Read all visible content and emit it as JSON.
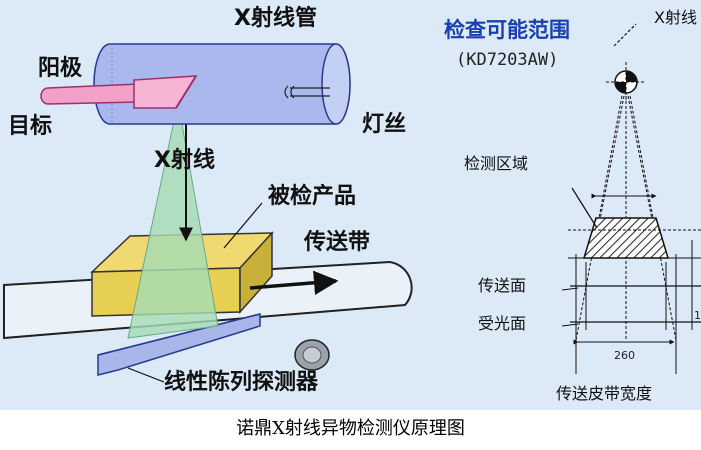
{
  "labels": {
    "anode": "阳极",
    "target": "目标",
    "xray_tube": "X射线管",
    "filament": "灯丝",
    "xray": "X射线",
    "inspected_product": "被检产品",
    "conveyor_belt": "传送带",
    "line_detector": "线性陈列探测器"
  },
  "right_panel": {
    "title": "检查可能范围",
    "model": "(KD7203AW)",
    "source_label": "X射线",
    "detection_area": "检测区域",
    "conveyor_surface": "传送面",
    "receiving_surface": "受光面",
    "dimension_value": "260",
    "right_dimension": "1",
    "belt_width": "传送皮带宽度"
  },
  "caption": "诺鼎X射线异物检测仪原理图",
  "colors": {
    "panel_bg": "#dce9f7",
    "tube": "#aab8ee",
    "anode": "#f2a0c8",
    "beam": "#a6dcb5",
    "product": "#e7cf54",
    "belt": "#eaf1f8",
    "detector": "#a9b6ea",
    "title": "#1a3fb0"
  }
}
